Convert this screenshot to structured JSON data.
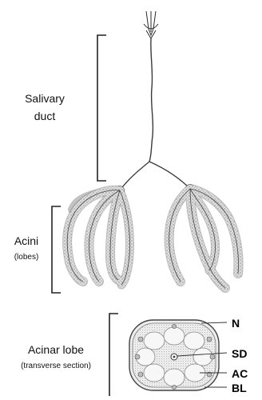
{
  "labels": {
    "salivary_line1": "Salivary",
    "salivary_line2": "duct",
    "acini_line1": "Acini",
    "acini_line2": "(lobes)",
    "acinar_line1": "Acinar lobe",
    "acinar_line2": "(transverse section)"
  },
  "abbreviations": [
    "N",
    "SD",
    "AC",
    "BL"
  ],
  "colors": {
    "ink": "#2a2a2a",
    "tissue": "#6b6b6b",
    "tissue_fill": "#d9d9d9",
    "section_fill": "#e6e6e6",
    "background": "#ffffff"
  }
}
